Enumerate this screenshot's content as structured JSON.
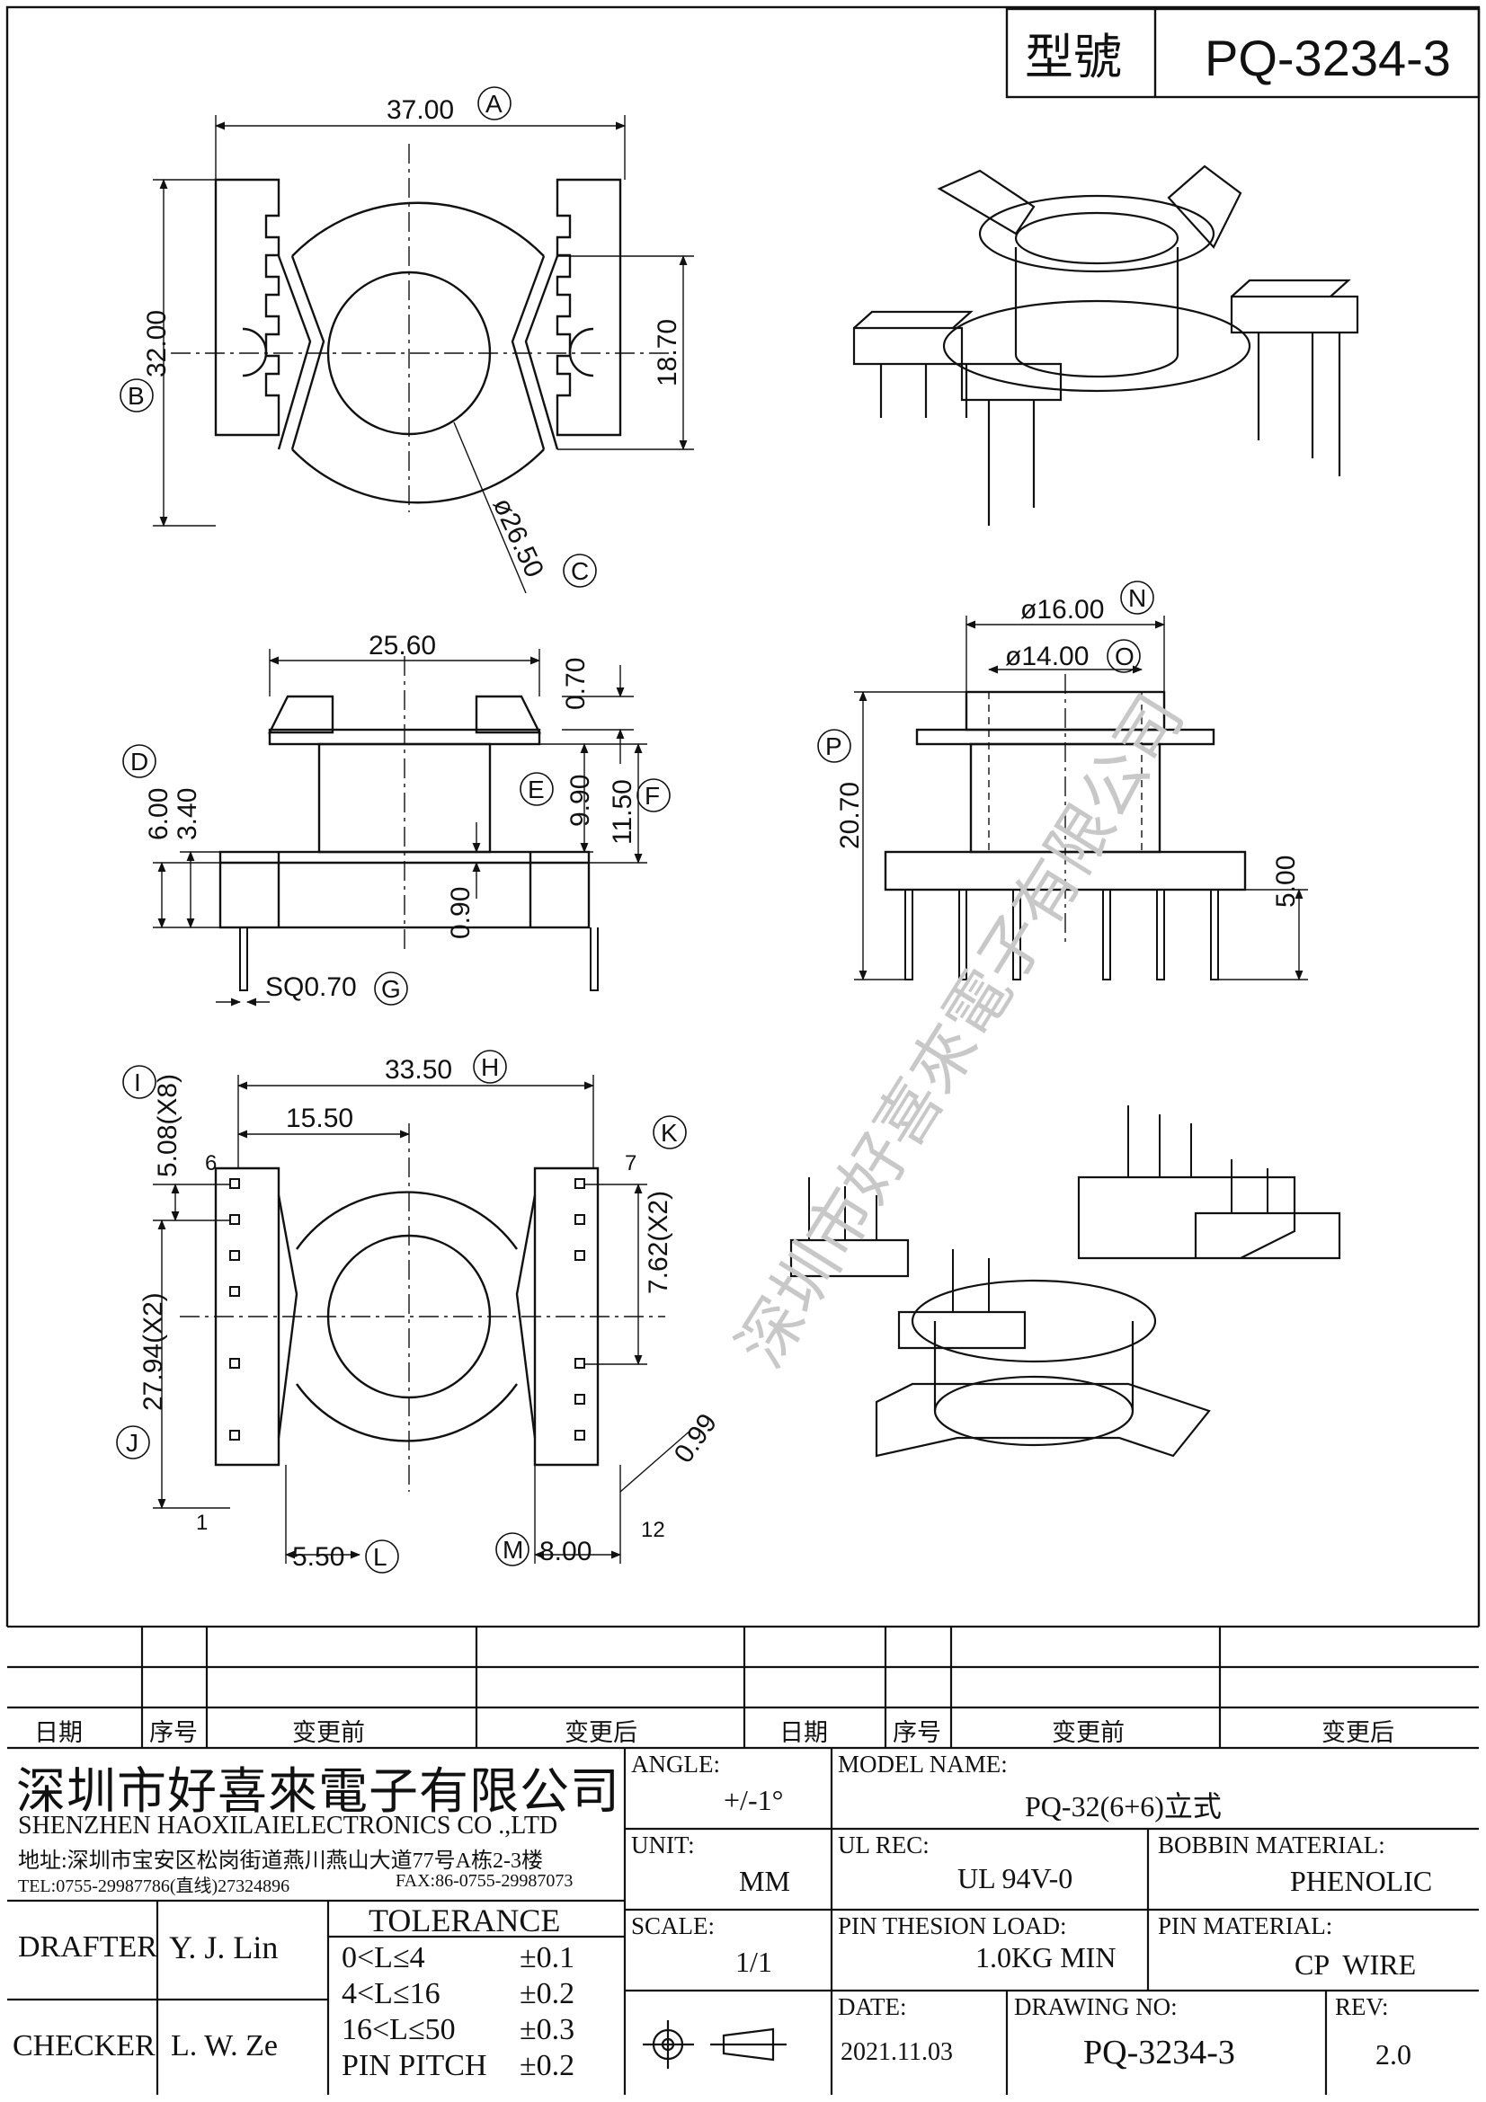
{
  "title_block": {
    "model_label": "型號",
    "model_value": "PQ-3234-3"
  },
  "watermark": "深圳市好喜來電子有限公司",
  "dimensions": {
    "A": {
      "letter": "A",
      "value": "37.00"
    },
    "B": {
      "letter": "B",
      "value": "32.00"
    },
    "C": {
      "letter": "C",
      "value": "ø26.50"
    },
    "D": {
      "letter": "D",
      "value": "6.00"
    },
    "E": {
      "letter": "E",
      "value": "9.90"
    },
    "F": {
      "letter": "F",
      "value": "11.50"
    },
    "G": {
      "letter": "G",
      "value": "SQ0.70"
    },
    "H": {
      "letter": "H",
      "value": "33.50"
    },
    "I": {
      "letter": "I",
      "value": "5.08(X8)"
    },
    "J": {
      "letter": "J",
      "value": "27.94(X2)"
    },
    "K": {
      "letter": "K",
      "value": "7.62(X2)"
    },
    "L": {
      "letter": "L",
      "value": "5.50"
    },
    "M": {
      "letter": "M",
      "value": "8.00"
    },
    "N": {
      "letter": "N",
      "value": "ø16.00"
    },
    "O": {
      "letter": "O",
      "value": "ø14.00"
    },
    "P": {
      "letter": "P",
      "value": "20.70"
    },
    "d1870": "18.70",
    "d2560": "25.60",
    "d070": "0.70",
    "d340": "3.40",
    "d090": "0.90",
    "d1550": "15.50",
    "d099": "0.99",
    "d500": "5.00"
  },
  "pins": {
    "p1": "1",
    "p6": "6",
    "p7": "7",
    "p12": "12"
  },
  "revision_table": {
    "headers": [
      "日期",
      "序号",
      "变更前",
      "变更后",
      "日期",
      "序号",
      "变更前",
      "变更后"
    ]
  },
  "company": {
    "name_cn": "深圳市好喜來電子有限公司",
    "name_en": "SHENZHEN HAOXILAIELECTRONICS CO .,LTD",
    "address": "地址:深圳市宝安区松岗街道燕川燕山大道77号A栋2-3楼",
    "tel": "TEL:0755-29987786(直线)27324896",
    "fax": "FAX:86-0755-29987073"
  },
  "people": {
    "drafter_label": "DRAFTER",
    "drafter": "Y. J. Lin",
    "checker_label": "CHECKER",
    "checker": "L. W. Ze"
  },
  "tolerance": {
    "title": "TOLERANCE",
    "rows": [
      {
        "range": "0<L≤4",
        "value": "±0.1"
      },
      {
        "range": "4<L≤16",
        "value": "±0.2"
      },
      {
        "range": "16<L≤50",
        "value": "±0.3"
      },
      {
        "range": "PIN PITCH",
        "value": "±0.2"
      }
    ]
  },
  "specs": {
    "angle_label": "ANGLE:",
    "angle": "+/-1°",
    "unit_label": "UNIT:",
    "unit": "MM",
    "scale_label": "SCALE:",
    "scale": "1/1",
    "model_name_label": "MODEL NAME:",
    "model_name": "PQ-32(6+6)立式",
    "ul_label": "UL REC:",
    "ul": "UL 94V-0",
    "bobbin_label": "BOBBIN MATERIAL:",
    "bobbin": "PHENOLIC",
    "tension_label": "PIN THESION LOAD:",
    "tension": "1.0KG MIN",
    "pin_material_label": "PIN MATERIAL:",
    "pin_material": "CP  WIRE",
    "date_label": "DATE:",
    "date": "2021.11.03",
    "drawing_no_label": "DRAWING NO:",
    "drawing_no": "PQ-3234-3",
    "rev_label": "REV:",
    "rev": "2.0"
  }
}
